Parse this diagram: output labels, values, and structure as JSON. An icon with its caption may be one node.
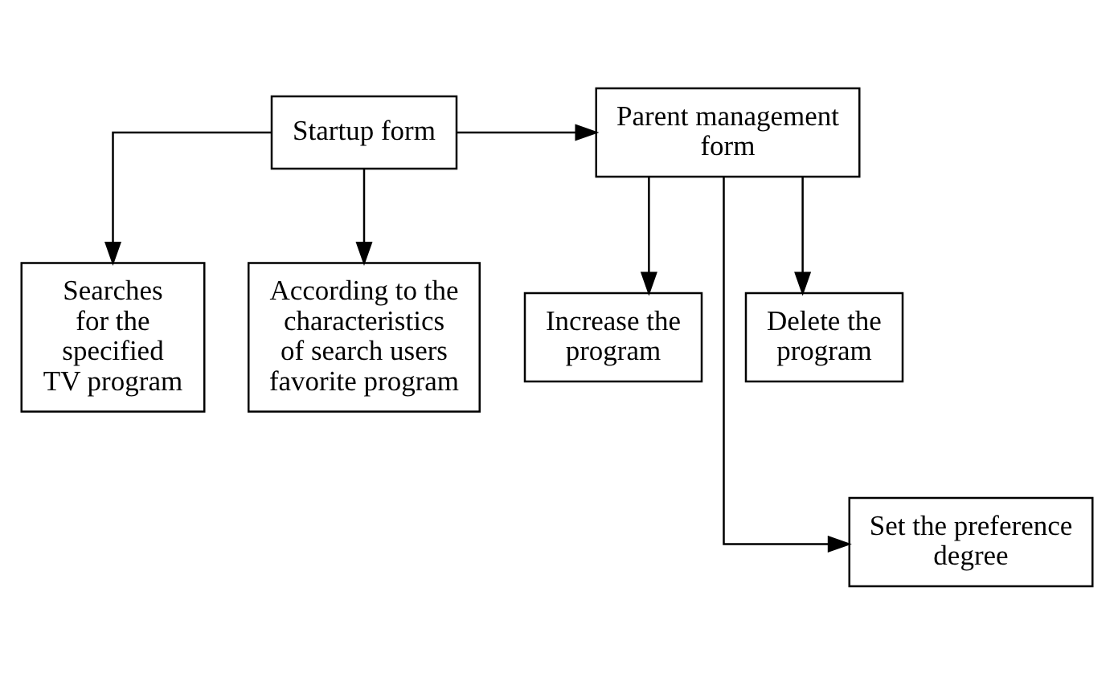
{
  "diagram": {
    "nodes": [
      {
        "text": [
          "Startup form"
        ]
      },
      {
        "text": [
          "Parent management form"
        ]
      },
      {
        "text": [
          "Searches for the specified TV program"
        ]
      },
      {
        "text": [
          "According to the characteristics of search users favorite program"
        ]
      },
      {
        "text": [
          "Increase the program"
        ]
      },
      {
        "text": [
          "Delete the program"
        ]
      },
      {
        "text": [
          "Set the preference degree"
        ]
      }
    ],
    "edges": [
      {
        "from": 0,
        "to": 1,
        "arrow": "to"
      },
      {
        "from": 0,
        "to": 2,
        "arrow": "to"
      },
      {
        "from": 0,
        "to": 3,
        "arrow": "to"
      },
      {
        "from": 1,
        "to": 4,
        "arrow": "to"
      },
      {
        "from": 1,
        "to": 6,
        "arrow": "to"
      },
      {
        "from": 1,
        "to": 5,
        "arrow": "to"
      }
    ]
  }
}
